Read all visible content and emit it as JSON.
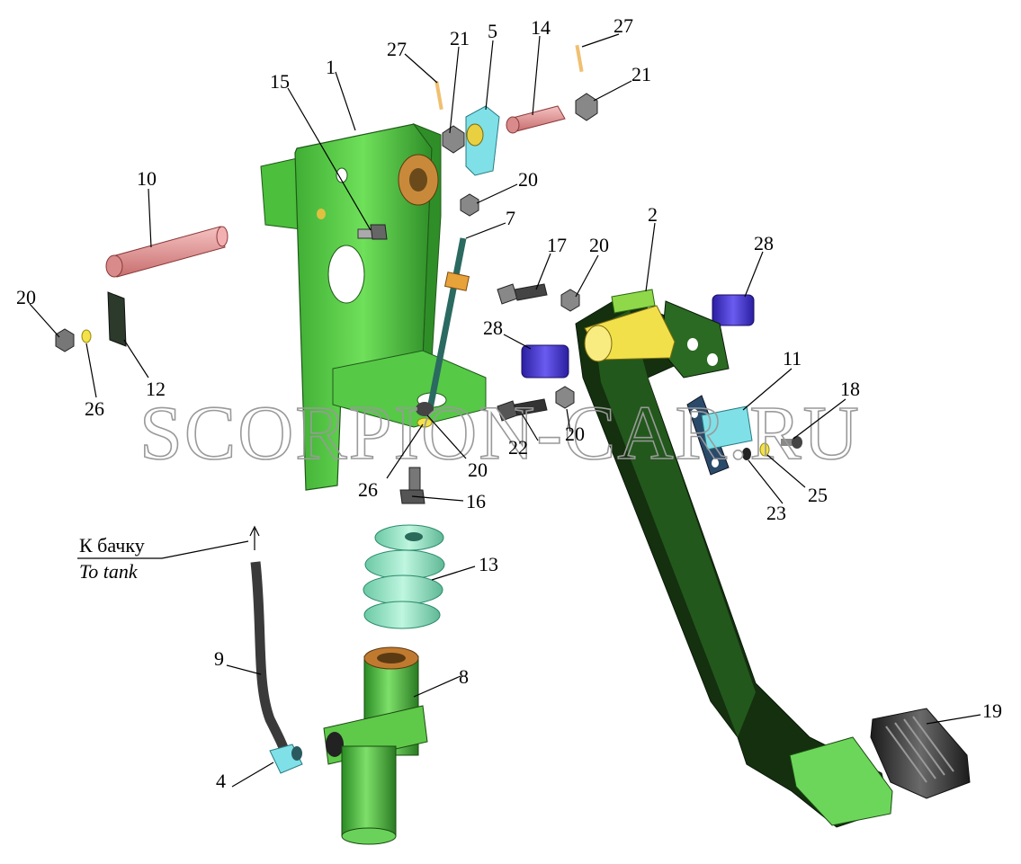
{
  "watermark": "SCORPION-CAR.RU",
  "tank_label": {
    "ru": "К бачку",
    "en": "To tank"
  },
  "parts": {
    "p1": "1",
    "p2": "2",
    "p4": "4",
    "p5": "5",
    "p7": "7",
    "p8": "8",
    "p9": "9",
    "p10": "10",
    "p11": "11",
    "p12": "12",
    "p13": "13",
    "p14": "14",
    "p15": "15",
    "p16": "16",
    "p17": "17",
    "p18": "18",
    "p19": "19",
    "p20": "20",
    "p21": "21",
    "p22": "22",
    "p23": "23",
    "p25": "25",
    "p26": "26",
    "p27": "27",
    "p28": "28"
  },
  "colors": {
    "bracket_green": "#5fd24a",
    "pedal_green": "#46b83c",
    "pedal_dark": "#1a3a14",
    "pin_pink": "#e79a9a",
    "bushing_blue": "#4a3ad0",
    "boot_mint": "#8fe6c4",
    "cyan_part": "#7fe0e8",
    "yellow_part": "#f4e24a",
    "hose_gray": "#555555",
    "pad_dark": "#2e2e2e"
  }
}
